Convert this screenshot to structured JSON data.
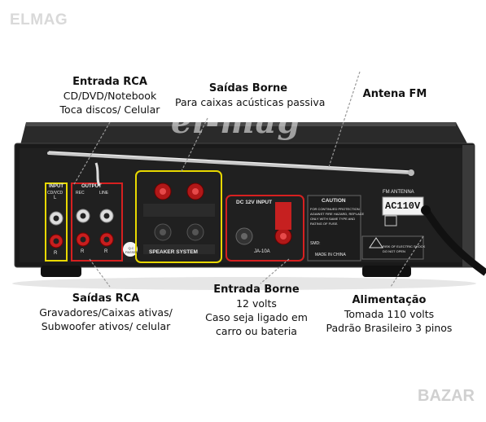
{
  "watermarks": {
    "top_left": "ELMAG",
    "center": "el-mag",
    "bottom_right": "BAZAR"
  },
  "labels": {
    "rca_in": {
      "title": "Entrada RCA",
      "lines": [
        "CD/DVD/Notebook",
        "Toca discos/ Celular"
      ]
    },
    "borne_out": {
      "title": "Saídas Borne",
      "lines": [
        "Para caixas acústicas passiva"
      ]
    },
    "antenna": {
      "title": "Antena FM"
    },
    "rca_out": {
      "title": "Saídas RCA",
      "lines": [
        "Gravadores/Caixas ativas/",
        "Subwoofer ativos/ celular"
      ]
    },
    "borne_in": {
      "title": "Entrada Borne",
      "lines": [
        "12 volts",
        "Caso seja ligado em",
        "carro ou bateria"
      ]
    },
    "power": {
      "title": "Alimentação",
      "lines": [
        "Tomada 110 volts",
        "Padrão Brasileiro 3 pinos"
      ]
    }
  },
  "device": {
    "input_label": "INPUT",
    "input_sub": "CD/VCD",
    "output_label": "OUTPUT",
    "rec_label": "REC",
    "line_label": "LINE",
    "l": "L",
    "r": "R",
    "speaker_system": "SPEAKER SYSTEM",
    "dc_input": "DC 12V INPUT",
    "fuse": "JA-10A",
    "caution": "CAUTION",
    "fm_antenna": "FM ANTENNA",
    "voltage": "AC110V",
    "made_in": "MADE IN CHINA",
    "caution_text": [
      "FOR CONTINUED PROTECTION",
      "AGAINST FIRE HAZARD, REPLACE",
      "ONLY WITH SAME TYPE AND",
      "RATING OF FUSE."
    ],
    "smd": "SMD:",
    "shock_warning": [
      "RISK OF ELECTRIC SHOCK",
      "DO NOT OPEN"
    ],
    "qc": "Q.C PASSED"
  }
}
